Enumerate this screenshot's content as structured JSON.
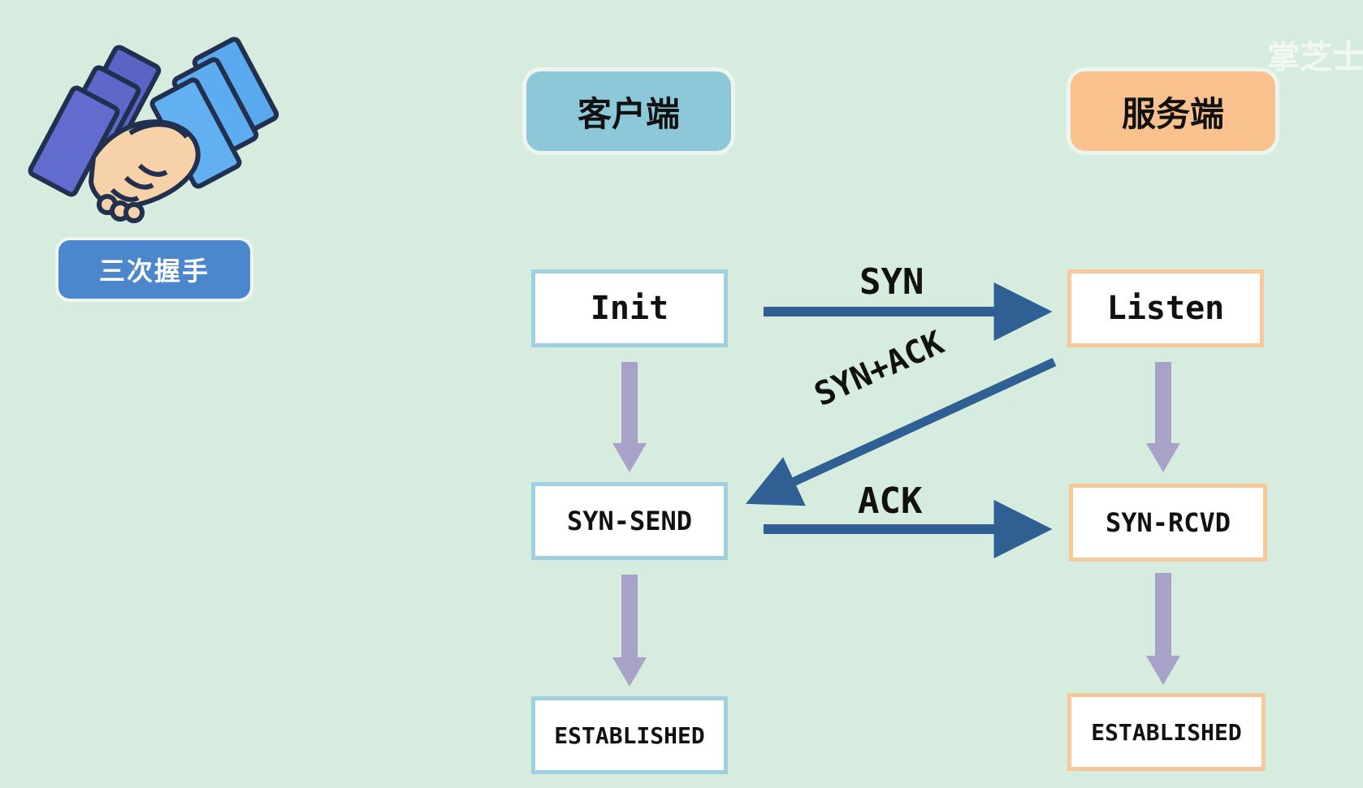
{
  "watermark": "掌芝士",
  "badge": {
    "label": "三次握手"
  },
  "client": {
    "title": "客户端",
    "states": [
      "Init",
      "SYN-SEND",
      "ESTABLISHED"
    ]
  },
  "server": {
    "title": "服务端",
    "states": [
      "Listen",
      "SYN-RCVD",
      "ESTABLISHED"
    ]
  },
  "messages": {
    "syn": "SYN",
    "syn_ack": "SYN+ACK",
    "ack": "ACK"
  },
  "colors": {
    "background": "#d6ecdf",
    "client_accent": "#8dc8d9",
    "server_accent": "#f9c18d",
    "message_arrow": "#2f5f93",
    "state_arrow": "#a9a2c8",
    "badge": "#4c86cc"
  }
}
